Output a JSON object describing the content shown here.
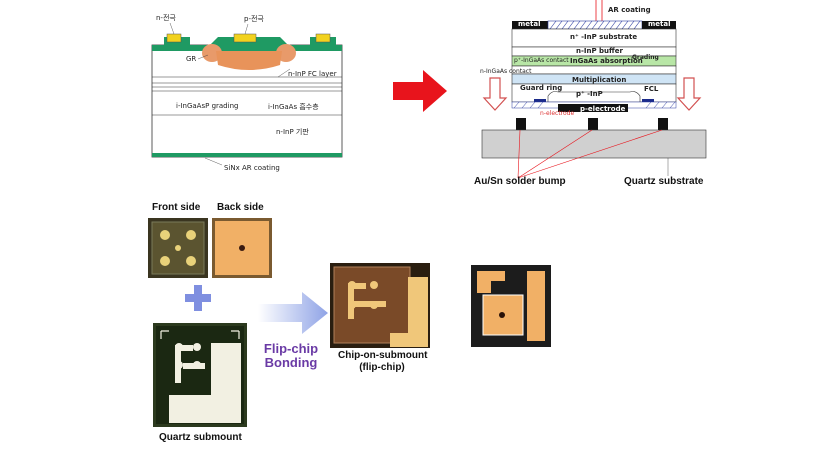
{
  "left_cross_section": {
    "n_electrode": "n-전극",
    "p_electrode": "p-전극",
    "gr": "GR",
    "fc_layer": "n-InP FC layer",
    "grading": "i-InGaAsP grading",
    "absorption": "i-InGaAs 흡수층",
    "substrate": "n-InP 기판",
    "ar": "SiNx AR coating"
  },
  "right_cross_section": {
    "ar_coating": "AR coating",
    "metal_left": "metal",
    "metal_right": "metal",
    "substrate": "n⁺ -InP substrate",
    "buffer": "n-InP buffer",
    "absorption": "InGaAs absorption",
    "grading": "Grading",
    "p_contact": "p⁺-InGaAs contact",
    "n_contact": "n-InGaAs contact",
    "multiplication": "Multiplication",
    "guard_ring": "Guard ring",
    "p_inp": "p⁺ -InP",
    "fcl": "FCL",
    "n_electrode": "n-electrode",
    "p_electrode": "p-electrode",
    "solder": "Au/Sn solder bump",
    "quartz": "Quartz substrate"
  },
  "bottom": {
    "front_side": "Front side",
    "back_side": "Back side",
    "quartz_submount": "Quartz submount",
    "flip_chip_line1": "Flip-chip",
    "flip_chip_line2": "Bonding",
    "chip_on_submount_line1": "Chip-on-submount",
    "chip_on_submount_line2": "(flip-chip)"
  },
  "colors": {
    "red_arrow": "#e8141c",
    "plus": "#7f8fe0",
    "flip_text": "#6a3aa5",
    "green_layer": "#2a9f6a",
    "gold": "#e8c02e",
    "quartz": "#d0d0d0"
  }
}
